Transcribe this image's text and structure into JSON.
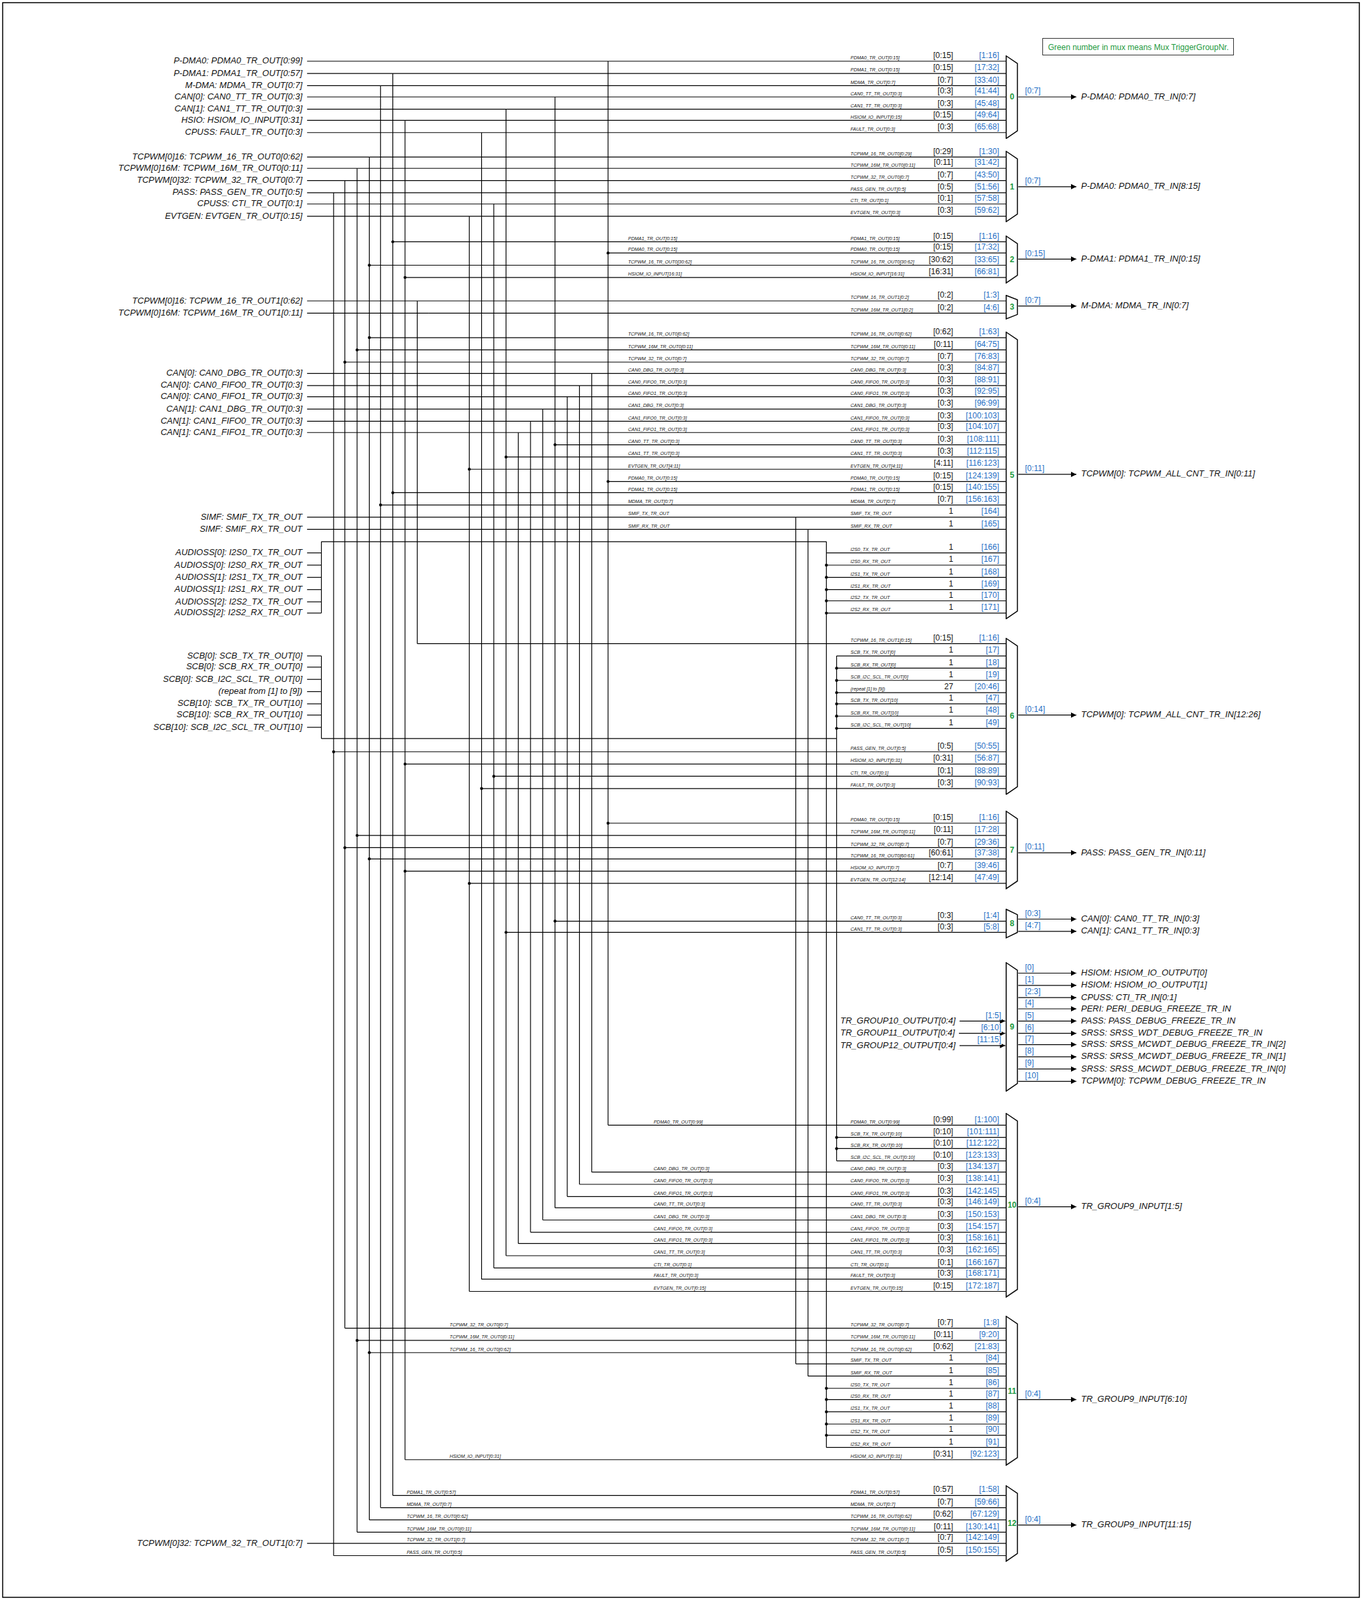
{
  "diagram": {
    "nodes": [
      {
        "text": [
          "Green number in mux means Mux TriggerGroupNr."
        ]
      },
      {
        "text": [
          "0"
        ]
      },
      {
        "text": [
          "1"
        ]
      },
      {
        "text": [
          "2"
        ]
      },
      {
        "text": [
          "3"
        ]
      },
      {
        "text": [
          "5"
        ]
      },
      {
        "text": [
          "6"
        ]
      },
      {
        "text": [
          "7"
        ]
      },
      {
        "text": [
          "8"
        ]
      },
      {
        "text": [
          "9"
        ]
      },
      {
        "text": [
          "10"
        ]
      },
      {
        "text": [
          "11"
        ]
      },
      {
        "text": [
          "12"
        ]
      }
    ],
    "labels": [
      "P-DMA0: PDMA0_TR_OUT[0:99]",
      "P-DMA1: PDMA1_TR_OUT[0:57]",
      "M-DMA: MDMA_TR_OUT[0:7]",
      "CAN[0]: CAN0_TT_TR_OUT[0:3]",
      "CAN[1]: CAN1_TT_TR_OUT[0:3]",
      "HSIO: HSIOM_IO_INPUT[0:31]",
      "CPUSS: FAULT_TR_OUT[0:3]",
      "TCPWM[0]16: TCPWM_16_TR_OUT0[0:62]",
      "TCPWM[0]16M: TCPWM_16M_TR_OUT0[0:11]",
      "TCPWM[0]32: TCPWM_32_TR_OUT0[0:7]",
      "PASS: PASS_GEN_TR_OUT[0:5]",
      "CPUSS: CTI_TR_OUT[0:1]",
      "EVTGEN: EVTGEN_TR_OUT[0:15]",
      "TCPWM[0]16: TCPWM_16_TR_OUT1[0:62]",
      "TCPWM[0]16M: TCPWM_16M_TR_OUT1[0:11]",
      "CAN[0]: CAN0_DBG_TR_OUT[0:3]",
      "CAN[0]: CAN0_FIFO0_TR_OUT[0:3]",
      "CAN[0]: CAN0_FIFO1_TR_OUT[0:3]",
      "CAN[1]: CAN1_DBG_TR_OUT[0:3]",
      "CAN[1]: CAN1_FIFO0_TR_OUT[0:3]",
      "CAN[1]: CAN1_FIFO1_TR_OUT[0:3]",
      "SIMF: SMIF_TX_TR_OUT",
      "SIMF: SMIF_RX_TR_OUT",
      "AUDIOSS[0]: I2S0_TX_TR_OUT",
      "AUDIOSS[0]: I2S0_RX_TR_OUT",
      "AUDIOSS[1]: I2S1_TX_TR_OUT",
      "AUDIOSS[1]: I2S1_RX_TR_OUT",
      "AUDIOSS[2]: I2S2_TX_TR_OUT",
      "AUDIOSS[2]: I2S2_RX_TR_OUT",
      "SCB[0]: SCB_TX_TR_OUT[0]",
      "SCB[0]: SCB_RX_TR_OUT[0]",
      "SCB[0]: SCB_I2C_SCL_TR_OUT[0]",
      "(repeat from [1] to [9])",
      "SCB[10]: SCB_TX_TR_OUT[10]",
      "SCB[10]: SCB_RX_TR_OUT[10]",
      "SCB[10]: SCB_I2C_SCL_TR_OUT[10]",
      "TCPWM[0]32: TCPWM_32_TR_OUT1[0:7]",
      "PDMA0_TR_OUT[0:15]",
      "[0:15]",
      "[1:16]",
      "PDMA1_TR_OUT[0:15]",
      "[0:15]",
      "[17:32]",
      "MDMA_TR_OUT[0:7]",
      "[0:7]",
      "[33:40]",
      "CAN0_TT_TR_OUT[0:3]",
      "[0:3]",
      "[41:44]",
      "CAN1_TT_TR_OUT[0:3]",
      "[0:3]",
      "[45:48]",
      "HSIOM_IO_INPUT[0:15]",
      "[0:15]",
      "[49:64]",
      "FAULT_TR_OUT[0:3]",
      "[0:3]",
      "[65:68]",
      "[0:7]",
      "P-DMA0: PDMA0_TR_IN[0:7]",
      "TCPWM_16_TR_OUT0[0:29]",
      "[0:29]",
      "[1:30]",
      "TCPWM_16M_TR_OUT0[0:11]",
      "[0:11]",
      "[31:42]",
      "TCPWM_32_TR_OUT0[0:7]",
      "[0:7]",
      "[43:50]",
      "PASS_GEN_TR_OUT[0:5]",
      "[0:5]",
      "[51:56]",
      "CTI_TR_OUT[0:1]",
      "[0:1]",
      "[57:58]",
      "EVTGEN_TR_OUT[0:3]",
      "[0:3]",
      "[59:62]",
      "[0:7]",
      "P-DMA0: PDMA0_TR_IN[8:15]",
      "PDMA1_TR_OUT[0:15]",
      "PDMA1_TR_OUT[0:15]",
      "[0:15]",
      "[1:16]",
      "PDMA0_TR_OUT[0:15]",
      "PDMA0_TR_OUT[0:15]",
      "[0:15]",
      "[17:32]",
      "TCPWM_16_TR_OUT0[30:62]",
      "TCPWM_16_TR_OUT0[30:62]",
      "[30:62]",
      "[33:65]",
      "HSIOM_IO_INPUT[16:31]",
      "HSIOM_IO_INPUT[16:31]",
      "[16:31]",
      "[66:81]",
      "[0:15]",
      "P-DMA1: PDMA1_TR_IN[0:15]",
      "TCPWM_16_TR_OUT1[0:2]",
      "[0:2]",
      "[1:3]",
      "TCPWM_16M_TR_OUT1[0:2]",
      "[0:2]",
      "[4:6]",
      "[0:7]",
      "M-DMA: MDMA_TR_IN[0:7]",
      "TCPWM_16_TR_OUT0[0:62]",
      "TCPWM_16_TR_OUT0[0:62]",
      "[0:62]",
      "[1:63]",
      "TCPWM_16M_TR_OUT0[0:11]",
      "TCPWM_16M_TR_OUT0[0:11]",
      "[0:11]",
      "[64:75]",
      "TCPWM_32_TR_OUT0[0:7]",
      "TCPWM_32_TR_OUT0[0:7]",
      "[0:7]",
      "[76:83]",
      "CAN0_DBG_TR_OUT[0:3]",
      "CAN0_DBG_TR_OUT[0:3]",
      "[0:3]",
      "[84:87]",
      "CAN0_FIFO0_TR_OUT[0:3]",
      "CAN0_FIFO0_TR_OUT[0:3]",
      "[0:3]",
      "[88:91]",
      "CAN0_FIFO1_TR_OUT[0:3]",
      "CAN0_FIFO1_TR_OUT[0:3]",
      "[0:3]",
      "[92:95]",
      "CAN1_DBG_TR_OUT[0:3]",
      "CAN1_DBG_TR_OUT[0:3]",
      "[0:3]",
      "[96:99]",
      "CAN1_FIFO0_TR_OUT[0:3]",
      "CAN1_FIFO0_TR_OUT[0:3]",
      "[0:3]",
      "[100:103]",
      "CAN1_FIFO1_TR_OUT[0:3]",
      "CAN1_FIFO1_TR_OUT[0:3]",
      "[0:3]",
      "[104:107]",
      "CAN0_TT_TR_OUT[0:3]",
      "CAN0_TT_TR_OUT[0:3]",
      "[0:3]",
      "[108:111]",
      "CAN1_TT_TR_OUT[0:3]",
      "CAN1_TT_TR_OUT[0:3]",
      "[0:3]",
      "[112:115]",
      "EVTGEN_TR_OUT[4:11]",
      "EVTGEN_TR_OUT[4:11]",
      "[4:11]",
      "[116:123]",
      "PDMA0_TR_OUT[0:15]",
      "PDMA0_TR_OUT[0:15]",
      "[0:15]",
      "[124:139]",
      "PDMA1_TR_OUT[0:15]",
      "PDMA1_TR_OUT[0:15]",
      "[0:15]",
      "[140:155]",
      "MDMA_TR_OUT[0:7]",
      "MDMA_TR_OUT[0:7]",
      "[0:7]",
      "[156:163]",
      "SMIF_TX_TR_OUT",
      "SMIF_TX_TR_OUT",
      "1",
      "[164]",
      "SMIF_RX_TR_OUT",
      "SMIF_RX_TR_OUT",
      "1",
      "[165]",
      "I2S0_TX_TR_OUT",
      "1",
      "[166]",
      "I2S0_RX_TR_OUT",
      "1",
      "[167]",
      "I2S1_TX_TR_OUT",
      "1",
      "[168]",
      "I2S1_RX_TR_OUT",
      "1",
      "[169]",
      "I2S2_TX_TR_OUT",
      "1",
      "[170]",
      "I2S2_RX_TR_OUT",
      "1",
      "[171]",
      "[0:11]",
      "TCPWM[0]: TCPWM_ALL_CNT_TR_IN[0:11]",
      "TCPWM_16_TR_OUT1[0:15]",
      "[0:15]",
      "[1:16]",
      "SCB_TX_TR_OUT[0]",
      "1",
      "[17]",
      "SCB_RX_TR_OUT[0]",
      "1",
      "[18]",
      "SCB_I2C_SCL_TR_OUT[0]",
      "1",
      "[19]",
      "(repeat [1] to [9])",
      "27",
      "[20:46]",
      "SCB_TX_TR_OUT[10]",
      "1",
      "[47]",
      "SCB_RX_TR_OUT[10]",
      "1",
      "[48]",
      "SCB_I2C_SCL_TR_OUT[10]",
      "1",
      "[49]",
      "PASS_GEN_TR_OUT[0:5]",
      "[0:5]",
      "[50:55]",
      "HSIOM_IO_INPUT[0:31]",
      "[0:31]",
      "[56:87]",
      "CTI_TR_OUT[0:1]",
      "[0:1]",
      "[88:89]",
      "FAULT_TR_OUT[0:3]",
      "[0:3]",
      "[90:93]",
      "[0:14]",
      "TCPWM[0]: TCPWM_ALL_CNT_TR_IN[12:26]",
      "PDMA0_TR_OUT[0:15]",
      "[0:15]",
      "[1:16]",
      "TCPWM_16M_TR_OUT0[0:11]",
      "[0:11]",
      "[17:28]",
      "TCPWM_32_TR_OUT0[0:7]",
      "[0:7]",
      "[29:36]",
      "TCPWM_16_TR_OUT0[60:61]",
      "[60:61]",
      "[37:38]",
      "HSIOM_IO_INPUT[0:7]",
      "[0:7]",
      "[39:46]",
      "EVTGEN_TR_OUT[12:14]",
      "[12:14]",
      "[47:49]",
      "[0:11]",
      "PASS: PASS_GEN_TR_IN[0:11]",
      "CAN0_TT_TR_OUT[0:3]",
      "[0:3]",
      "[1:4]",
      "CAN1_TT_TR_OUT[0:3]",
      "[0:3]",
      "[5:8]",
      "[0:3]",
      "CAN[0]: CAN0_TT_TR_IN[0:3]",
      "[4:7]",
      "CAN[1]: CAN1_TT_TR_IN[0:3]",
      "TR_GROUP10_OUTPUT[0:4]",
      "[1:5]",
      "TR_GROUP11_OUTPUT[0:4]",
      "[6:10]",
      "TR_GROUP12_OUTPUT[0:4]",
      "[11:15]",
      "[0]",
      "HSIOM: HSIOM_IO_OUTPUT[0]",
      "[1]",
      "HSIOM: HSIOM_IO_OUTPUT[1]",
      "[2:3]",
      "CPUSS: CTI_TR_IN[0:1]",
      "[4]",
      "PERI: PERI_DEBUG_FREEZE_TR_IN",
      "[5]",
      "PASS: PASS_DEBUG_FREEZE_TR_IN",
      "[6]",
      "SRSS: SRSS_WDT_DEBUG_FREEZE_TR_IN",
      "[7]",
      "SRSS: SRSS_MCWDT_DEBUG_FREEZE_TR_IN[2]",
      "[8]",
      "SRSS: SRSS_MCWDT_DEBUG_FREEZE_TR_IN[1]",
      "[9]",
      "SRSS: SRSS_MCWDT_DEBUG_FREEZE_TR_IN[0]",
      "[10]",
      "TCPWM[0]: TCPWM_DEBUG_FREEZE_TR_IN",
      "PDMA0_TR_OUT[0:99]",
      "PDMA0_TR_OUT[0:99]",
      "[0:99]",
      "[1:100]",
      "SCB_TX_TR_OUT[0:10]",
      "[0:10]",
      "[101:111]",
      "SCB_RX_TR_OUT[0:10]",
      "[0:10]",
      "[112:122]",
      "SCB_I2C_SCL_TR_OUT[0:10]",
      "[0:10]",
      "[123:133]",
      "CAN0_DBG_TR_OUT[0:3]",
      "CAN0_DBG_TR_OUT[0:3]",
      "[0:3]",
      "[134:137]",
      "CAN0_FIFO0_TR_OUT[0:3]",
      "CAN0_FIFO0_TR_OUT[0:3]",
      "[0:3]",
      "[138:141]",
      "CAN0_FIFO1_TR_OUT[0:3]",
      "CAN0_FIFO1_TR_OUT[0:3]",
      "[0:3]",
      "[142:145]",
      "CAN0_TT_TR_OUT[0:3]",
      "CAN0_TT_TR_OUT[0:3]",
      "[0:3]",
      "[146:149]",
      "CAN1_DBG_TR_OUT[0:3]",
      "CAN1_DBG_TR_OUT[0:3]",
      "[0:3]",
      "[150:153]",
      "CAN1_FIFO0_TR_OUT[0:3]",
      "CAN1_FIFO0_TR_OUT[0:3]",
      "[0:3]",
      "[154:157]",
      "CAN1_FIFO1_TR_OUT[0:3]",
      "CAN1_FIFO1_TR_OUT[0:3]",
      "[0:3]",
      "[158:161]",
      "CAN1_TT_TR_OUT[0:3]",
      "CAN1_TT_TR_OUT[0:3]",
      "[0:3]",
      "[162:165]",
      "CTI_TR_OUT[0:1]",
      "CTI_TR_OUT[0:1]",
      "[0:1]",
      "[166:167]",
      "FAULT_TR_OUT[0:3]",
      "FAULT_TR_OUT[0:3]",
      "[0:3]",
      "[168:171]",
      "EVTGEN_TR_OUT[0:15]",
      "EVTGEN_TR_OUT[0:15]",
      "[0:15]",
      "[172:187]",
      "[0:4]",
      "TR_GROUP9_INPUT[1:5]",
      "TCPWM_32_TR_OUT0[0:7]",
      "TCPWM_32_TR_OUT0[0:7]",
      "[0:7]",
      "[1:8]",
      "TCPWM_16M_TR_OUT0[0:11]",
      "TCPWM_16M_TR_OUT0[0:11]",
      "[0:11]",
      "[9:20]",
      "TCPWM_16_TR_OUT0[0:62]",
      "TCPWM_16_TR_OUT0[0:62]",
      "[0:62]",
      "[21:83]",
      "SMIF_TX_TR_OUT",
      "1",
      "[84]",
      "SMIF_RX_TR_OUT",
      "1",
      "[85]",
      "I2S0_TX_TR_OUT",
      "1",
      "[86]",
      "I2S0_RX_TR_OUT",
      "1",
      "[87]",
      "I2S1_TX_TR_OUT",
      "1",
      "[88]",
      "I2S1_RX_TR_OUT",
      "1",
      "[89]",
      "I2S2_TX_TR_OUT",
      "1",
      "[90]",
      "I2S2_RX_TR_OUT",
      "1",
      "[91]",
      "HSIOM_IO_INPUT[0:31]",
      "HSIOM_IO_INPUT[0:31]",
      "[0:31]",
      "[92:123]",
      "[0:4]",
      "TR_GROUP9_INPUT[6:10]",
      "PDMA1_TR_OUT[0:57]",
      "PDMA1_TR_OUT[0:57]",
      "[0:57]",
      "[1:58]",
      "MDMA_TR_OUT[0:7]",
      "MDMA_TR_OUT[0:7]",
      "[0:7]",
      "[59:66]",
      "TCPWM_16_TR_OUT0[0:62]",
      "TCPWM_16_TR_OUT0[0:62]",
      "[0:62]",
      "[67:129]",
      "TCPWM_16M_TR_OUT0[0:11]",
      "TCPWM_16M_TR_OUT0[0:11]",
      "[0:11]",
      "[130:141]",
      "TCPWM_32_TR_OUT1[0:7]",
      "TCPWM_32_TR_OUT1[0:7]",
      "[0:7]",
      "[142:149]",
      "PASS_GEN_TR_OUT[0:5]",
      "PASS_GEN_TR_OUT[0:5]",
      "[0:5]",
      "[150:155]",
      "[0:4]",
      "TR_GROUP9_INPUT[11:15]"
    ]
  }
}
